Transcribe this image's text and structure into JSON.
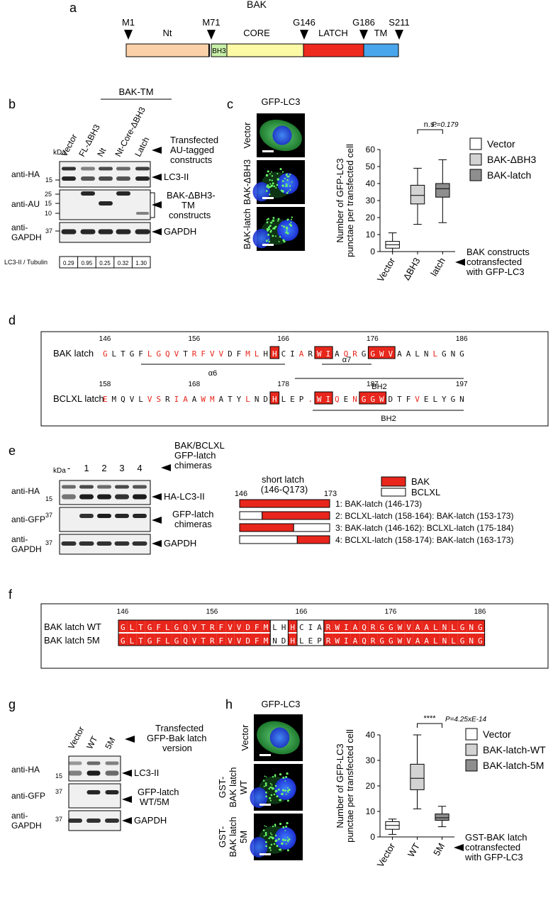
{
  "panel_a": {
    "letter": "a",
    "protein": "BAK",
    "markers": [
      "M1",
      "M71",
      "G146",
      "G186",
      "S211"
    ],
    "domains": [
      {
        "label": "Nt",
        "color": "#fbd1a9"
      },
      {
        "label": "BH3",
        "color": "#c8f0a8"
      },
      {
        "label": "CORE",
        "color": "#fdfaa5"
      },
      {
        "label": "LATCH",
        "color": "#ee2a1e"
      },
      {
        "label": "TM",
        "color": "#4aa6ec"
      }
    ]
  },
  "panel_b": {
    "letter": "b",
    "group_label": "BAK-TM",
    "lanes": [
      "Vector",
      "FL-ΔBH3",
      "Nt",
      "Nt-Core-ΔBH3",
      "Latch"
    ],
    "kda": "kDa",
    "blots": [
      {
        "label": "anti-HA",
        "markers": [
          "15"
        ]
      },
      {
        "label": "anti-AU",
        "markers": [
          "25",
          "15",
          "10"
        ]
      },
      {
        "label": "anti-\nGAPDH",
        "markers": [
          "37"
        ]
      }
    ],
    "annotations": [
      "Transfected AU-tagged constructs",
      "LC3-II",
      "BAK-ΔBH3-TM constructs",
      "GAPDH"
    ],
    "ratio_label": "LC3-II / Tubulin",
    "ratios": [
      "0.29",
      "0.95",
      "0.25",
      "0.32",
      "1.30"
    ]
  },
  "panel_c": {
    "letter": "c",
    "title": "GFP-LC3",
    "image_labels": [
      "Vector",
      "BAK-ΔBH3",
      "BAK-latch"
    ],
    "legend": [
      "Vector",
      "BAK-ΔBH3",
      "BAK-latch"
    ],
    "note": "BAK constructs cotransfected with GFP-LC3",
    "sig": "n.s.",
    "pval": "P=0.179"
  },
  "panel_d": {
    "letter": "d",
    "bak_label": "BAK latch",
    "bak_numbers": [
      "146",
      "156",
      "166",
      "176",
      "186"
    ],
    "bak_seq": "GLTGFLGQVTRFVVDFMLHHCIARWIAQRGGWVAALNLGNG",
    "bclxl_label": "BCLXL latch",
    "bclxl_numbers": [
      "158",
      "168",
      "178",
      "187",
      "197"
    ],
    "bclxl_seq": "EMQVLVSRIAAWMATYLNDHLEP.WIQENGGWDTFVELYGN",
    "helices": [
      "α6",
      "α7",
      "BH2",
      "BH2"
    ]
  },
  "panel_e": {
    "letter": "e",
    "lanes": [
      "-",
      "1",
      "2",
      "3",
      "4"
    ],
    "top_label": "BAK/BCLXL GFP-latch chimeras",
    "kda": "kDa",
    "blots": [
      {
        "label": "anti-HA",
        "markers": [
          "15"
        ]
      },
      {
        "label": "anti-GFP",
        "markers": [
          "37"
        ]
      },
      {
        "label": "anti-\nGAPDH",
        "markers": [
          "37"
        ]
      }
    ],
    "annotations": [
      "HA-LC3-II",
      "GFP-latch chimeras",
      "GAPDH"
    ],
    "short_latch": "short latch",
    "short_latch_range": "(146-Q173)",
    "axis_start": "146",
    "axis_end": "173",
    "legend": [
      "BAK",
      "BCLXL"
    ],
    "chimeras": [
      "1: BAK-latch (146-173)",
      "2: BCLXL-latch (158-164): BAK-latch (153-173)",
      "3: BAK-latch (146-162): BCLXL-latch (175-184)",
      "4: BCLXL-latch (158-174): BAK-latch (163-173)"
    ]
  },
  "panel_f": {
    "letter": "f",
    "numbers": [
      "146",
      "156",
      "166",
      "176",
      "186"
    ],
    "wt_label": "BAK latch WT",
    "wt_seq": "GLTGFLGQVTRFVVDFMLHHCIARWIAQRGGWVAALNLGNG",
    "m5_label": "BAK latch 5M",
    "m5_seq": "GLTGFLGQVTRFVVDFMNDHLEPRWIAQRGGWVAALNLGNG"
  },
  "panel_g": {
    "letter": "g",
    "lanes": [
      "Vector",
      "WT",
      "5M"
    ],
    "top_label": "Transfected GFP-Bak latch version",
    "blots": [
      {
        "label": "anti-HA",
        "markers": [
          "15"
        ]
      },
      {
        "label": "anti-GFP",
        "markers": [
          "37"
        ]
      },
      {
        "label": "anti-\nGAPDH",
        "markers": [
          "37"
        ]
      }
    ],
    "annotations": [
      "LC3-II",
      "GFP-latch WT/5M",
      "GAPDH"
    ]
  },
  "panel_h": {
    "letter": "h",
    "title": "GFP-LC3",
    "image_labels": [
      "Vector",
      "GST-BAK latch WT",
      "GST-BAK latch 5M"
    ],
    "legend": [
      "Vector",
      "BAK-latch-WT",
      "BAK-latch-5M"
    ],
    "note": "GST-BAK latch cotransfected with GFP-LC3",
    "sig": "****",
    "pval": "P=4.25xE-14"
  },
  "chart_data": [
    {
      "type": "box",
      "ylabel": "Number of GFP-LC3 punctae per transfected cell",
      "ylim": [
        0,
        60
      ],
      "yticks": [
        0,
        10,
        20,
        30,
        40,
        50,
        60
      ],
      "categories": [
        "Vector",
        "ΔBH3",
        "latch"
      ],
      "series": [
        {
          "name": "Vector",
          "min": 0,
          "q1": 2,
          "median": 4,
          "q3": 6,
          "max": 11,
          "color": "#ffffff"
        },
        {
          "name": "BAK-ΔBH3",
          "min": 16,
          "q1": 28,
          "median": 33,
          "q3": 39,
          "max": 49,
          "color": "#d3d3d3"
        },
        {
          "name": "BAK-latch",
          "min": 17,
          "q1": 32,
          "median": 37,
          "q3": 40,
          "max": 54,
          "color": "#8e8e8e"
        }
      ]
    },
    {
      "type": "box",
      "ylabel": "Number of GFP-LC3 punctae per transfected cell",
      "ylim": [
        0,
        40
      ],
      "yticks": [
        0,
        10,
        20,
        30,
        40
      ],
      "categories": [
        "Vector",
        "WT",
        "5M"
      ],
      "series": [
        {
          "name": "Vector",
          "min": 1,
          "q1": 3,
          "median": 4.5,
          "q3": 6,
          "max": 7,
          "color": "#ffffff"
        },
        {
          "name": "BAK-latch-WT",
          "min": 11,
          "q1": 18.5,
          "median": 23,
          "q3": 28.5,
          "max": 40,
          "color": "#d3d3d3"
        },
        {
          "name": "BAK-latch-5M",
          "min": 4,
          "q1": 6.5,
          "median": 7.5,
          "q3": 9,
          "max": 12,
          "color": "#8e8e8e"
        }
      ]
    }
  ]
}
